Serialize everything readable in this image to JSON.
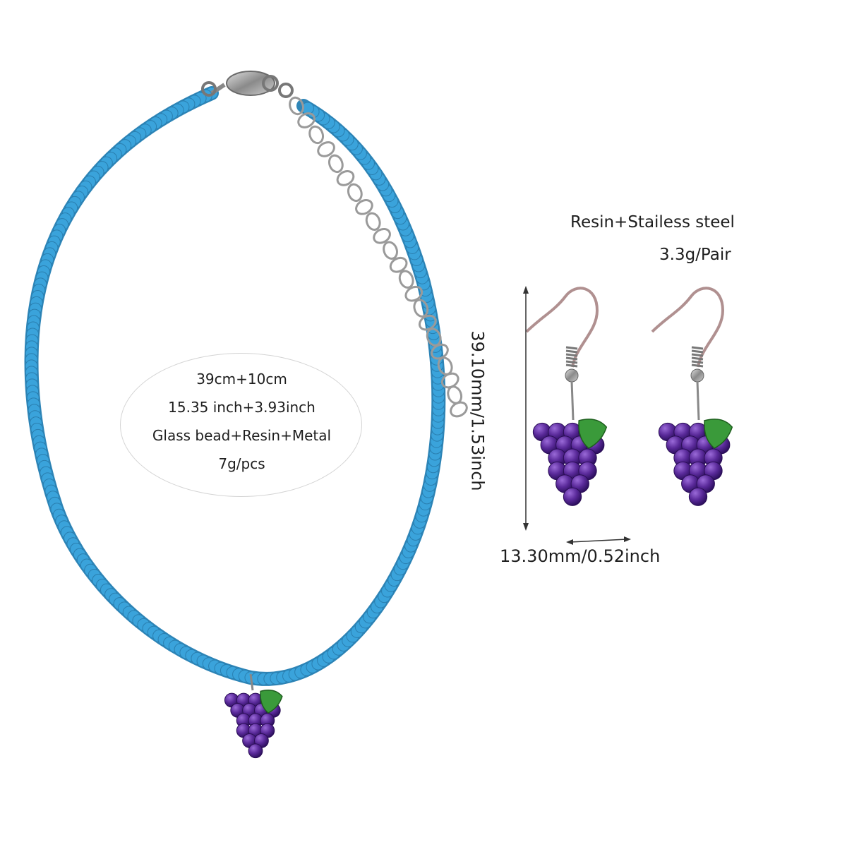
{
  "necklace_specs": {
    "length_cm": "39cm+10cm",
    "length_inch": "15.35 inch+3.93inch",
    "material": "Glass bead+Resin+Metal",
    "weight": "7g/pcs"
  },
  "earring_specs": {
    "material": "Resin+Stailess steel",
    "weight": "3.3g/Pair",
    "height": "39.10mm/1.53inch",
    "width": "13.30mm/0.52inch"
  },
  "colors": {
    "beads": "#3aa3db",
    "grape": "#5a2a9a",
    "leaf": "#3a9a3a",
    "metal": "#9a9a9a"
  }
}
